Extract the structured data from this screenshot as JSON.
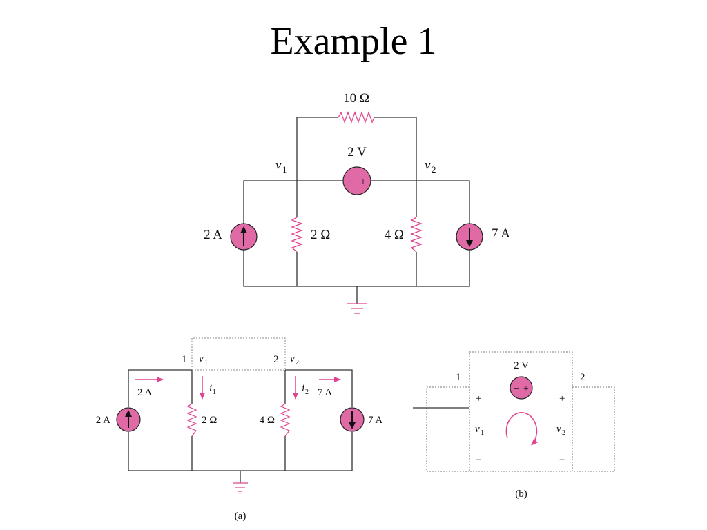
{
  "title": "Example 1",
  "colors": {
    "accent": "#e0448e",
    "source_fill": "#e06aa6",
    "wire": "#333333"
  },
  "top_circuit": {
    "r_top": "10 Ω",
    "vsrc": "2 V",
    "vsrc_minus": "−",
    "vsrc_plus": "+",
    "node_v1": "v",
    "node_v1_sub": "1",
    "node_v2": "v",
    "node_v2_sub": "2",
    "isrc_left": "2 A",
    "r_left": "2 Ω",
    "r_right": "4 Ω",
    "isrc_right": "7 A"
  },
  "fig_a": {
    "node1": "1",
    "node2": "2",
    "v1": "v",
    "v1_sub": "1",
    "v2": "v",
    "v2_sub": "2",
    "i1": "i",
    "i1_sub": "1",
    "i2": "i",
    "i2_sub": "2",
    "arrow_2a": "2 A",
    "arrow_7a": "7 A",
    "isrc_left": "2 A",
    "r_left": "2 Ω",
    "r_right": "4 Ω",
    "isrc_right": "7 A",
    "caption": "(a)"
  },
  "fig_b": {
    "node1": "1",
    "node2": "2",
    "vsrc": "2 V",
    "vsrc_minus": "−",
    "vsrc_plus": "+",
    "plus_left": "+",
    "plus_right": "+",
    "minus_left": "−",
    "minus_right": "−",
    "v1": "v",
    "v1_sub": "1",
    "v2": "v",
    "v2_sub": "2",
    "caption": "(b)"
  }
}
